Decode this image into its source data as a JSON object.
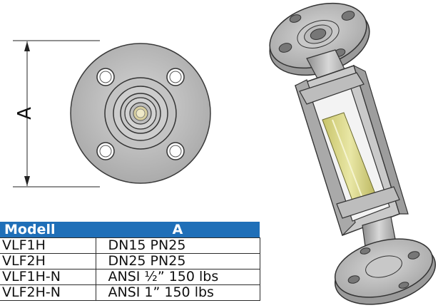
{
  "dimension": {
    "label": "A"
  },
  "table": {
    "headers": [
      "Modell",
      "A"
    ],
    "rows": [
      [
        "VLF1H",
        "DN15 PN25"
      ],
      [
        "VLF2H",
        "DN25 PN25"
      ],
      [
        "VLF1H-N",
        "ANSI ½” 150 lbs"
      ],
      [
        "VLF2H-N",
        "ANSI 1” 150 lbs"
      ]
    ]
  },
  "colors": {
    "header_bg": "#1f6fb8",
    "metal": "#b9b9b9",
    "glass": "#d9d880"
  }
}
